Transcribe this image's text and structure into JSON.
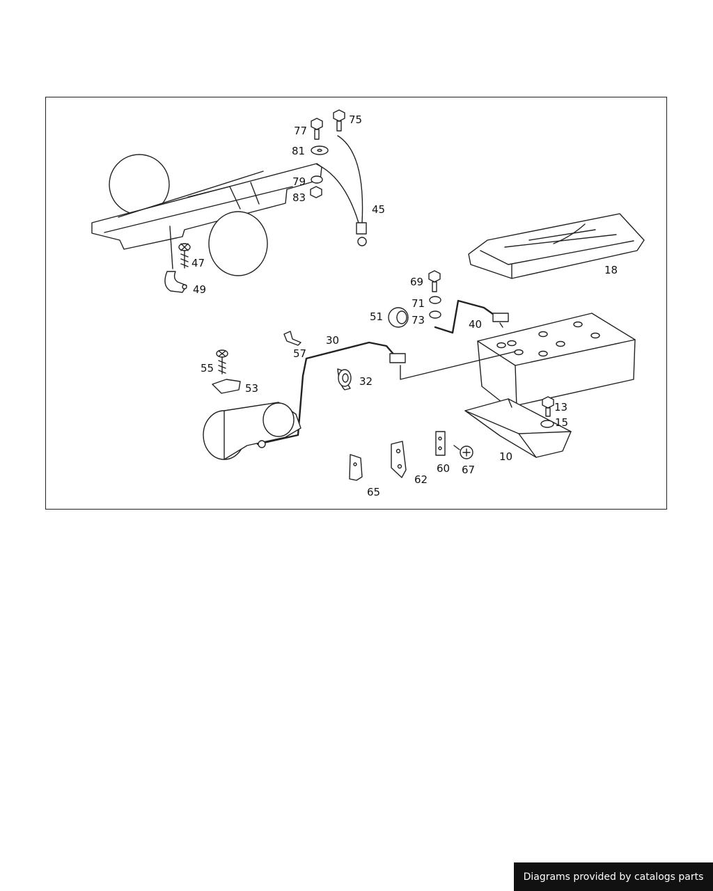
{
  "diagram": {
    "part_labels": {
      "p77": "77",
      "p75": "75",
      "p81": "81",
      "p79": "79",
      "p83": "83",
      "p45": "45",
      "p47": "47",
      "p49": "49",
      "p18": "18",
      "p69": "69",
      "p71": "71",
      "p73": "73",
      "p51": "51",
      "p40": "40",
      "p30": "30",
      "p57": "57",
      "p55": "55",
      "p53": "53",
      "p32": "32",
      "p13": "13",
      "p15": "15",
      "p10": "10",
      "p60": "60",
      "p67": "67",
      "p62": "62",
      "p65": "65"
    }
  },
  "footer": {
    "credit": "Diagrams provided by catalogs parts"
  }
}
